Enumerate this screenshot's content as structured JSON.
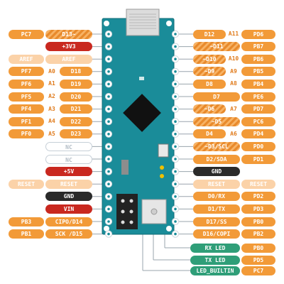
{
  "left_pins": [
    {
      "port": "PC7",
      "name": "D13~",
      "style": "hatch"
    },
    {
      "port": "",
      "name": "+3V3",
      "style": "red"
    },
    {
      "port": "AREF",
      "name": "AREF",
      "style": "light"
    },
    {
      "port": "PF7",
      "analog": "A0",
      "name": "D18",
      "style": "orange"
    },
    {
      "port": "PF6",
      "analog": "A1",
      "name": "D19",
      "style": "orange"
    },
    {
      "port": "PF5",
      "analog": "A2",
      "name": "D20",
      "style": "orange"
    },
    {
      "port": "PF4",
      "analog": "A3",
      "name": "D21",
      "style": "orange"
    },
    {
      "port": "PF1",
      "analog": "A4",
      "name": "D22",
      "style": "orange"
    },
    {
      "port": "PF0",
      "analog": "A5",
      "name": "D23",
      "style": "orange"
    },
    {
      "port": "",
      "name": "NC",
      "style": "nc"
    },
    {
      "port": "",
      "name": "NC",
      "style": "nc"
    },
    {
      "port": "",
      "name": "+5V",
      "style": "red"
    },
    {
      "port": "RESET",
      "name": "RESET",
      "style": "light"
    },
    {
      "port": "",
      "name": "GND",
      "style": "black"
    },
    {
      "port": "",
      "name": "VIN",
      "style": "red"
    },
    {
      "port": "PB3",
      "name": "CIPO/D14",
      "style": "orange"
    },
    {
      "port": "PB1",
      "name": "SCK /D15",
      "style": "orange"
    }
  ],
  "right_pins": [
    {
      "port": "PD6",
      "name": "D12",
      "analog": "A11",
      "style": "orange"
    },
    {
      "port": "PB7",
      "name": "~D11",
      "style": "hatch"
    },
    {
      "port": "PB6",
      "name": "~D10",
      "analog": "A10",
      "style": "hatch"
    },
    {
      "port": "PB5",
      "name": "~D9",
      "analog": "A9",
      "style": "hatch"
    },
    {
      "port": "PB4",
      "name": "D8",
      "analog": "A8",
      "style": "orange"
    },
    {
      "port": "PE6",
      "name": "D7",
      "style": "orange"
    },
    {
      "port": "PD7",
      "name": "~D6",
      "analog": "A7",
      "style": "hatch"
    },
    {
      "port": "PC6",
      "name": "~D5",
      "style": "hatch"
    },
    {
      "port": "PD4",
      "name": "D4",
      "analog": "A6",
      "style": "orange"
    },
    {
      "port": "PD0",
      "name": "~D3/SCL",
      "style": "hatch"
    },
    {
      "port": "PD1",
      "name": "D2/SDA",
      "style": "orange"
    },
    {
      "port": "",
      "name": "GND",
      "style": "black"
    },
    {
      "port": "RESET",
      "name": "RESET",
      "style": "light"
    },
    {
      "port": "PD2",
      "name": "D0/RX",
      "style": "orange"
    },
    {
      "port": "PD3",
      "name": "D1/TX",
      "style": "orange"
    },
    {
      "port": "PB0",
      "name": "D17/SS",
      "style": "orange"
    },
    {
      "port": "PB2",
      "name": "D16/COPI",
      "style": "orange"
    }
  ],
  "led_labels": [
    {
      "name": "RX LED",
      "port": "PB0"
    },
    {
      "name": "TX LED",
      "port": "PD5"
    },
    {
      "name": "LED_BUILTIN",
      "port": "PC7"
    }
  ],
  "colors": {
    "board": "#1a8c99",
    "board_edge": "#106d77",
    "orange": "#f29a38",
    "light_orange": "#fbd2a8",
    "red": "#c9281f",
    "black": "#2a2a2a",
    "green": "#2f9e78",
    "connector_line": "#9aa4ad"
  }
}
